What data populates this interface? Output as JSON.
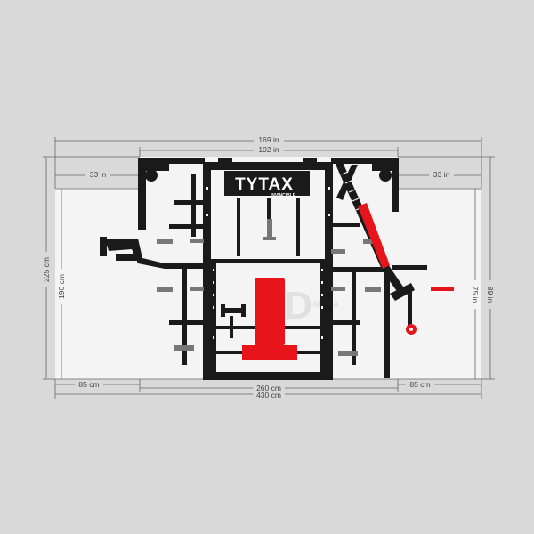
{
  "brand": {
    "logo_text": "TYTAX",
    "logo_subtext": "INVINCIBLE",
    "watermark": "SD",
    "watermark_sub": "MEDIA"
  },
  "dimensions": {
    "total_width_in": "169 in",
    "frame_width_in": "102 in",
    "left_ext_in": "33 in",
    "right_ext_in": "33 in",
    "total_height_cm": "225 cm",
    "left_height_cm": "190 cm",
    "right_height_in": "75 in",
    "total_height_in": "89 in",
    "left_ext_cm": "85 cm",
    "right_ext_cm": "85 cm",
    "frame_width_cm": "260 cm",
    "total_width_cm": "430 cm"
  },
  "colors": {
    "background": "#d9d9d9",
    "panel": "#f4f4f4",
    "frame": "#1a1a1a",
    "accent": "#e8141c",
    "grey_part": "#777777",
    "dim_line": "#666666"
  }
}
